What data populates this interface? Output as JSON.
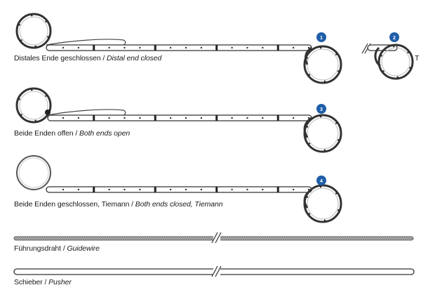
{
  "stents": [
    {
      "badge": "1",
      "label_de": "Distales Ende geschlossen",
      "label_en": "Distal end closed"
    },
    {
      "badge": "3",
      "label_de": "Beide Enden offen",
      "label_en": "Both ends open"
    },
    {
      "badge": "4",
      "label_de": "Beide Enden geschlossen, Tiemann",
      "label_en": "Both ends closed, Tiemann"
    }
  ],
  "detail": {
    "badge": "2",
    "edge_text": "T"
  },
  "guidewire": {
    "label_de": "Führungsdraht",
    "label_en": "Guidewire"
  },
  "pusher": {
    "label_de": "Schieber",
    "label_en": "Pusher"
  },
  "separator": " / ",
  "colors": {
    "badge_fill": "#1f5ea8",
    "line": "#333333"
  }
}
